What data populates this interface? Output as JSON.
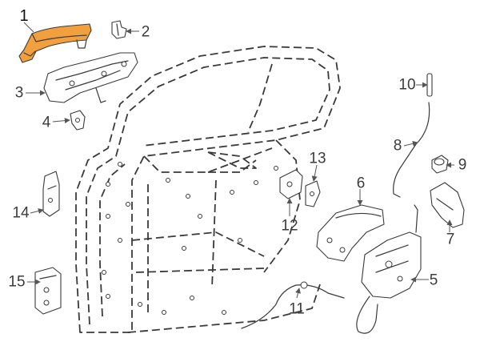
{
  "colors": {
    "highlight": "#F2A03D",
    "line": "#3A3A3A",
    "background": "#FFFFFF"
  },
  "callouts": [
    {
      "id": "1",
      "label": "1"
    },
    {
      "id": "2",
      "label": "2"
    },
    {
      "id": "3",
      "label": "3"
    },
    {
      "id": "4",
      "label": "4"
    },
    {
      "id": "5",
      "label": "5"
    },
    {
      "id": "6",
      "label": "6"
    },
    {
      "id": "7",
      "label": "7"
    },
    {
      "id": "8",
      "label": "8"
    },
    {
      "id": "9",
      "label": "9"
    },
    {
      "id": "10",
      "label": "10"
    },
    {
      "id": "11",
      "label": "11"
    },
    {
      "id": "12",
      "label": "12"
    },
    {
      "id": "13",
      "label": "13"
    },
    {
      "id": "14",
      "label": "14"
    },
    {
      "id": "15",
      "label": "15"
    }
  ],
  "highlighted_part": "1"
}
